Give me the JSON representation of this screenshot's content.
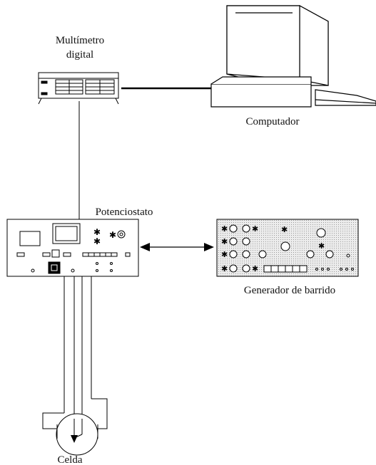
{
  "labels": {
    "multimeter_line1": "Multímetro",
    "multimeter_line2": "digital",
    "computer": "Computador",
    "potentiostat": "Potenciostato",
    "sweep_generator": "Generador de barrido",
    "cell": "Celda"
  },
  "icons": {
    "multimeter": "digital-multimeter-icon",
    "computer": "desktop-computer-icon",
    "potentiostat": "potentiostat-icon",
    "sweep_generator": "sweep-generator-icon",
    "cell": "electrochemical-cell-icon"
  },
  "colors": {
    "line": "#000000",
    "panel_fill": "#ffffff",
    "generator_fill": "#e4e4e4"
  }
}
